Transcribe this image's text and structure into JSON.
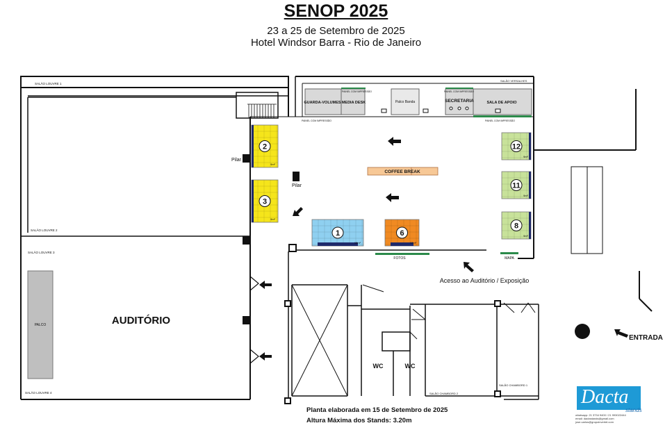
{
  "header": {
    "title": "SENOP 2025",
    "subtitle_line1": "23 a 25 de Setembro de 2025",
    "subtitle_line2": "Hotel Windsor Barra - Rio de Janeiro"
  },
  "rooms": {
    "salao_louvre_1": "SALÃO LOUVRE 1",
    "salao_louvre_2": "SALÃO LOUVRE 2",
    "salao_louvre_3": "SALÃO LOUVRE 3",
    "salao_louvre_4": "SALÃO LOUVRE 4",
    "salao_versalhes": "SALÃO VERSALHES",
    "salao_chambord_2": "SALÃO CHAMBORD 2",
    "salao_chambord_1": "SALÃO CHAMBORD 1",
    "auditorio": "AUDITÓRIO",
    "palco_auditorio": "PALCO"
  },
  "labels": {
    "guarda_volumes": "GUARDA-VOLUMES",
    "media_desk": "MEDIA DESK",
    "palco_banda": "Palco Banda",
    "secretaria": "SECRETARIA",
    "sala_de_apoio": "SALA DE APOIO",
    "painel_1": "PAINEL COM IMPRESSÃO",
    "painel_2": "PAINEL COM IMPRESSÃO",
    "painel_3": "PAINEL COM IMPRESSÃO",
    "painel_4": "PAINEL COM IMPRESSÃO",
    "coffee_break": "COFFEE BREAK",
    "pilar_1": "Pilar",
    "pilar_2": "Pilar",
    "fotos": "FOTOS",
    "mapa": "MAPA",
    "acesso": "Acesso ao Auditório / Exposição",
    "entrada": "ENTRADA",
    "wc_1": "WC",
    "wc_2": "WC"
  },
  "stands": [
    {
      "number": "2",
      "area": "9m²",
      "color": "#f5e51b"
    },
    {
      "number": "3",
      "area": "9m²",
      "color": "#f5e51b"
    },
    {
      "number": "1",
      "area": "18m²",
      "color": "#8fd0f0"
    },
    {
      "number": "6",
      "area": "12m²",
      "color": "#f08a22"
    },
    {
      "number": "12",
      "area": "9m²",
      "color": "#c8e29a"
    },
    {
      "number": "11",
      "area": "9m²",
      "color": "#c8e29a"
    },
    {
      "number": "8",
      "area": "9m²",
      "color": "#c8e29a"
    }
  ],
  "footer": {
    "line1": "Planta elaborada em 15 de Setembro de 2025",
    "line2": "Altura Máxima dos Stands: 3.20m"
  },
  "logo": {
    "name": "Dacta",
    "tagline": "stands",
    "contact1": "whatsapp: 21 3734 9400 / 21 993022444",
    "contact2": "email: dactastands@gmail.com",
    "contact3": "jose.carlos@grupoinvertel.com"
  }
}
